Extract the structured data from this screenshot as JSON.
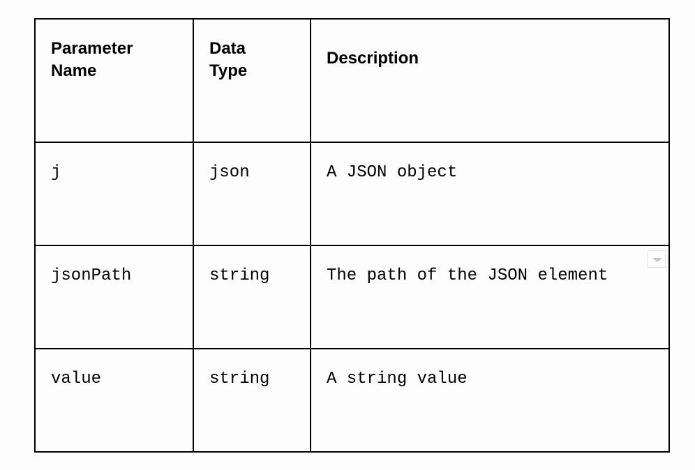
{
  "table": {
    "headers": [
      "Parameter\nName",
      "Data\nType",
      "Description"
    ],
    "header_lines": [
      [
        "Parameter",
        "Name"
      ],
      [
        "Data",
        "Type"
      ],
      [
        "Description"
      ]
    ],
    "rows": [
      {
        "name": "j",
        "type": "json",
        "description": "A JSON object"
      },
      {
        "name": "jsonPath",
        "type": "string",
        "description": "The path of the JSON element"
      },
      {
        "name": "value",
        "type": "string",
        "description": "A string value"
      }
    ]
  },
  "widgets": {
    "dropdown_icon": "chevron-down-icon"
  }
}
